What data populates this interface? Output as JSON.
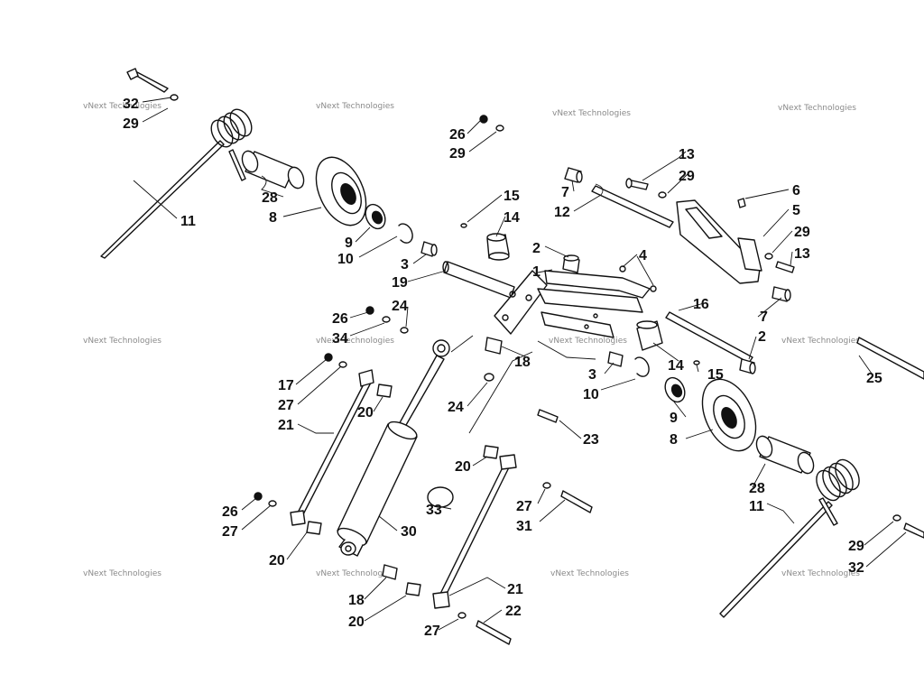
{
  "watermark": {
    "text": "vNext Technologies",
    "color": "#8a8a8a"
  },
  "callouts": {
    "c32a": "32",
    "c29a": "29",
    "c28a": "28",
    "c8a": "8",
    "c11a": "11",
    "c9a": "9",
    "c10a": "10",
    "c3a": "3",
    "c19": "19",
    "c26a": "26",
    "c29b": "29",
    "c7a": "7",
    "c12": "12",
    "c13a": "13",
    "c29c": "29",
    "c6": "6",
    "c5": "5",
    "c29d": "29",
    "c13b": "13",
    "c15a": "15",
    "c14a": "14",
    "c2a": "2",
    "c4": "4",
    "c1": "1",
    "c16": "16",
    "c7b": "7",
    "c2b": "2",
    "c25": "25",
    "c24a": "24",
    "c26b": "26",
    "c34": "34",
    "c18a": "18",
    "c14b": "14",
    "c15b": "15",
    "c3b": "3",
    "c10b": "10",
    "c17": "17",
    "c27a": "27",
    "c20a": "20",
    "c24b": "24",
    "c21a": "21",
    "c9b": "9",
    "c8b": "8",
    "c23": "23",
    "c20b": "20",
    "c28b": "28",
    "c11b": "11",
    "c26c": "26",
    "c27b": "27",
    "c33": "33",
    "c30": "30",
    "c27c": "27",
    "c31": "31",
    "c20c": "20",
    "c18b": "18",
    "c21b": "21",
    "c20d": "20",
    "c22": "22",
    "c27d": "27",
    "c29e": "29",
    "c32b": "32"
  }
}
